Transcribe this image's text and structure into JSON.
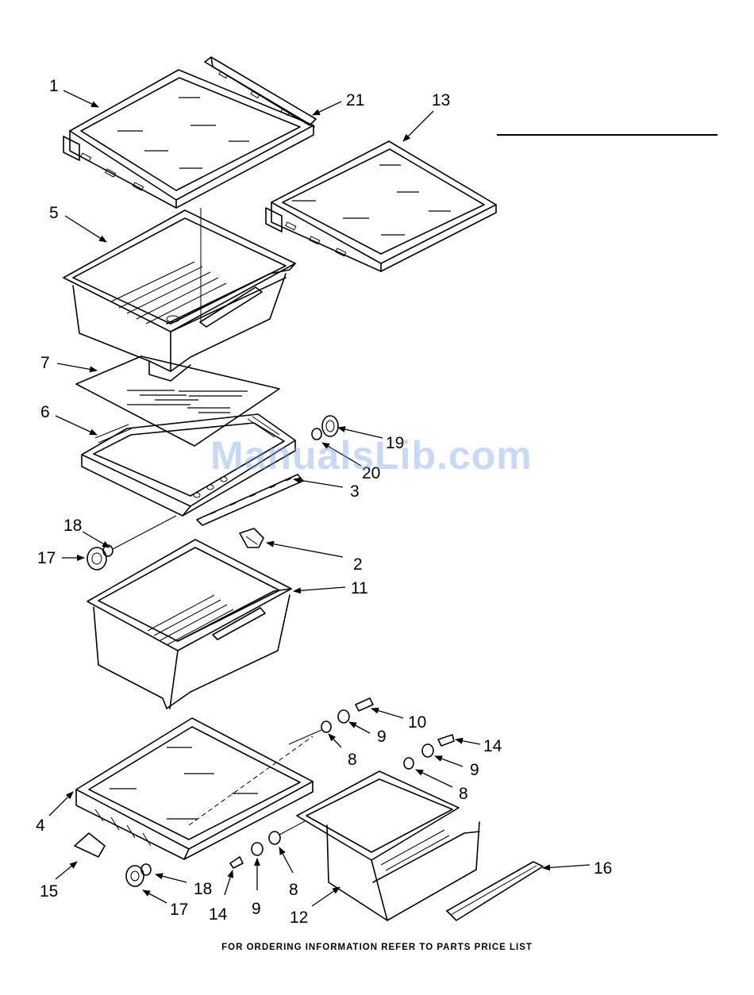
{
  "footer": {
    "text": "FOR ORDERING INFORMATION REFER TO PARTS PRICE LIST"
  },
  "watermark": {
    "text": "ManualsLib.com"
  },
  "callouts": {
    "c1": "1",
    "c21": "21",
    "c13": "13",
    "c5": "5",
    "c7": "7",
    "c6": "6",
    "c19": "19",
    "c20": "20",
    "c3": "3",
    "c18a": "18",
    "c17a": "17",
    "c2": "2",
    "c11": "11",
    "c10": "10",
    "c9a": "9",
    "c14a": "14",
    "c8a": "8",
    "c9b": "9",
    "c8b": "8",
    "c4": "4",
    "c16": "16",
    "c15": "15",
    "c18b": "18",
    "c17b": "17",
    "c14b": "14",
    "c9c": "9",
    "c8c": "8",
    "c12": "12"
  }
}
